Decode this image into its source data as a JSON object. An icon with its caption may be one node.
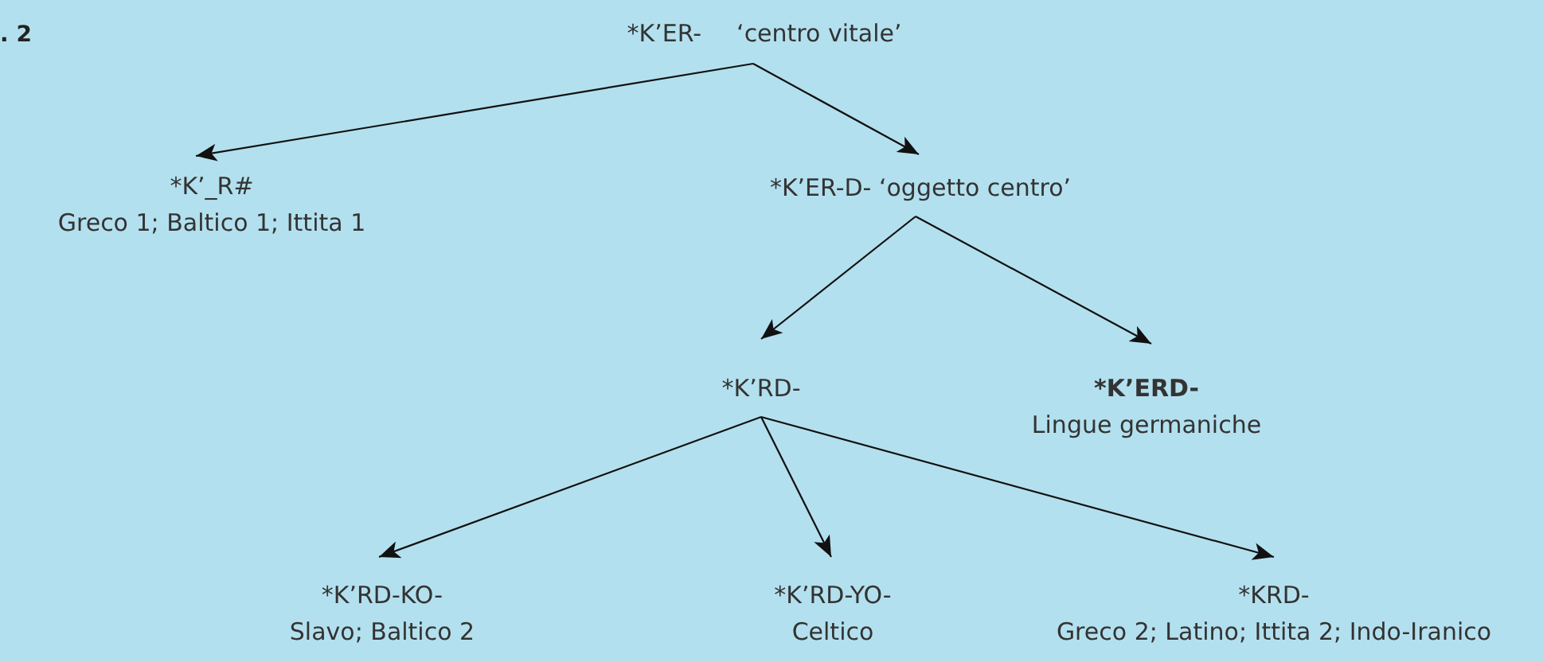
{
  "diagram": {
    "nodes": [
      {
        "text": [
          "*K’ER-",
          "‘centro vitale’"
        ]
      },
      {
        "text": [
          "*K’_R#",
          "Greco 1; Baltico 1; Ittita 1"
        ]
      },
      {
        "text": [
          "*K’ER-D- ‘oggetto centro’"
        ]
      },
      {
        "text": [
          "*K’RD-"
        ]
      },
      {
        "text": [
          "*K’ERD-",
          "Lingue germaniche"
        ]
      },
      {
        "text": [
          "*K’RD-KO-",
          "Slavo; Baltico 2"
        ]
      },
      {
        "text": [
          "*K’RD-YO-",
          "Celtico"
        ]
      },
      {
        "text": [
          "*KRD-",
          "Greco 2; Latino; Ittita 2; Indo-Iranico"
        ]
      }
    ],
    "edges": [
      {
        "from": 0,
        "to": 1,
        "arrow": "to"
      },
      {
        "from": 0,
        "to": 2,
        "arrow": "to"
      },
      {
        "from": 2,
        "to": 3,
        "arrow": "to"
      },
      {
        "from": 2,
        "to": 4,
        "arrow": "to"
      },
      {
        "from": 3,
        "to": 5,
        "arrow": "to"
      },
      {
        "from": 3,
        "to": 6,
        "arrow": "to"
      },
      {
        "from": 3,
        "to": 7,
        "arrow": "to"
      }
    ],
    "labels": [
      ". 2"
    ]
  }
}
